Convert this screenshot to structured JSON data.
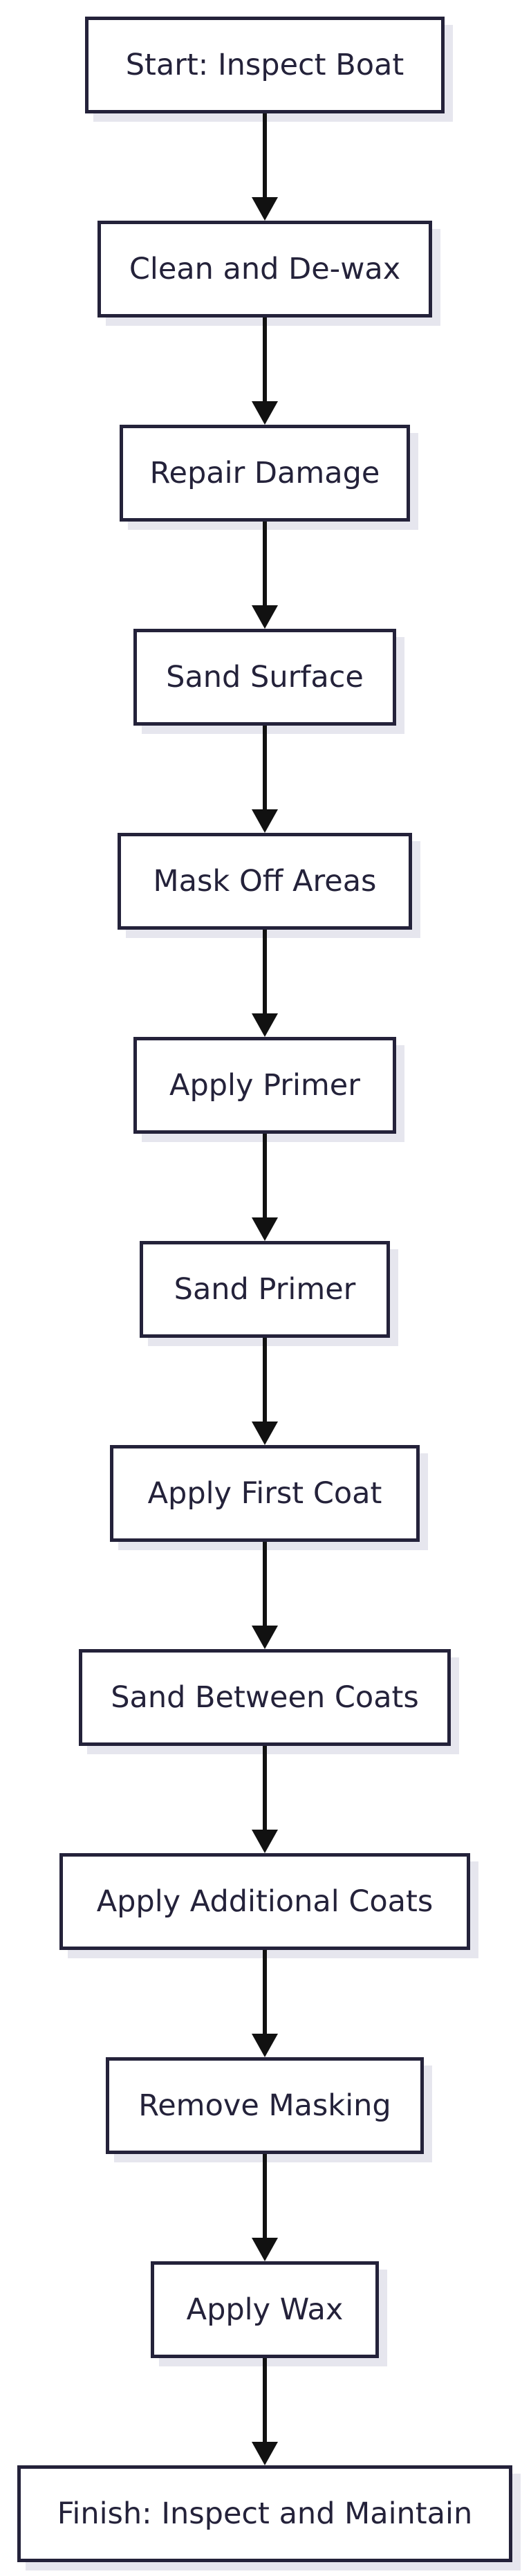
{
  "flowchart": {
    "direction": "top-to-bottom",
    "colors": {
      "node_border": "#24223a",
      "node_fill": "#ffffff",
      "node_shadow": "#e6e6ee",
      "edge": "#111111",
      "text": "#24223a"
    },
    "steps": [
      {
        "label": "Start: Inspect Boat"
      },
      {
        "label": "Clean and De-wax"
      },
      {
        "label": "Repair Damage"
      },
      {
        "label": "Sand Surface"
      },
      {
        "label": "Mask Off Areas"
      },
      {
        "label": "Apply Primer"
      },
      {
        "label": "Sand Primer"
      },
      {
        "label": "Apply First Coat"
      },
      {
        "label": "Sand Between Coats"
      },
      {
        "label": "Apply Additional Coats"
      },
      {
        "label": "Remove Masking"
      },
      {
        "label": "Apply Wax"
      },
      {
        "label": "Finish: Inspect and Maintain"
      }
    ],
    "edges": [
      {
        "from": 0,
        "to": 1
      },
      {
        "from": 1,
        "to": 2
      },
      {
        "from": 2,
        "to": 3
      },
      {
        "from": 3,
        "to": 4
      },
      {
        "from": 4,
        "to": 5
      },
      {
        "from": 5,
        "to": 6
      },
      {
        "from": 6,
        "to": 7
      },
      {
        "from": 7,
        "to": 8
      },
      {
        "from": 8,
        "to": 9
      },
      {
        "from": 9,
        "to": 10
      },
      {
        "from": 10,
        "to": 11
      },
      {
        "from": 11,
        "to": 12
      }
    ]
  }
}
